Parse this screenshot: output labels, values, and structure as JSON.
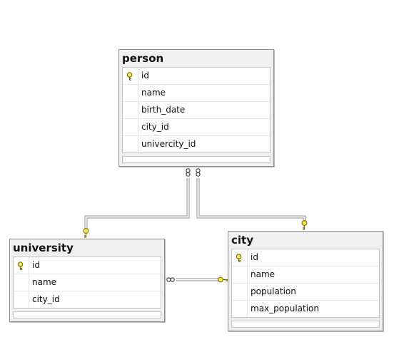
{
  "tables": {
    "person": {
      "title": "person",
      "columns": [
        "id",
        "name",
        "birth_date",
        "city_id",
        "univercity_id"
      ],
      "primary_key": "id"
    },
    "university": {
      "title": "university",
      "columns": [
        "id",
        "name",
        "city_id"
      ],
      "primary_key": "id"
    },
    "city": {
      "title": "city",
      "columns": [
        "id",
        "name",
        "population",
        "max_population"
      ],
      "primary_key": "id"
    }
  },
  "relationships": [
    {
      "from": "person.univercity_id",
      "to": "university.id",
      "cardinality": "many-to-one"
    },
    {
      "from": "person.city_id",
      "to": "city.id",
      "cardinality": "many-to-one"
    },
    {
      "from": "university.city_id",
      "to": "city.id",
      "cardinality": "many-to-one"
    }
  ],
  "icons": {
    "primary_key": "key-icon",
    "many_end": "infinity-icon"
  },
  "colors": {
    "key": "#f7e94a",
    "connector": "#8f8f8f"
  }
}
